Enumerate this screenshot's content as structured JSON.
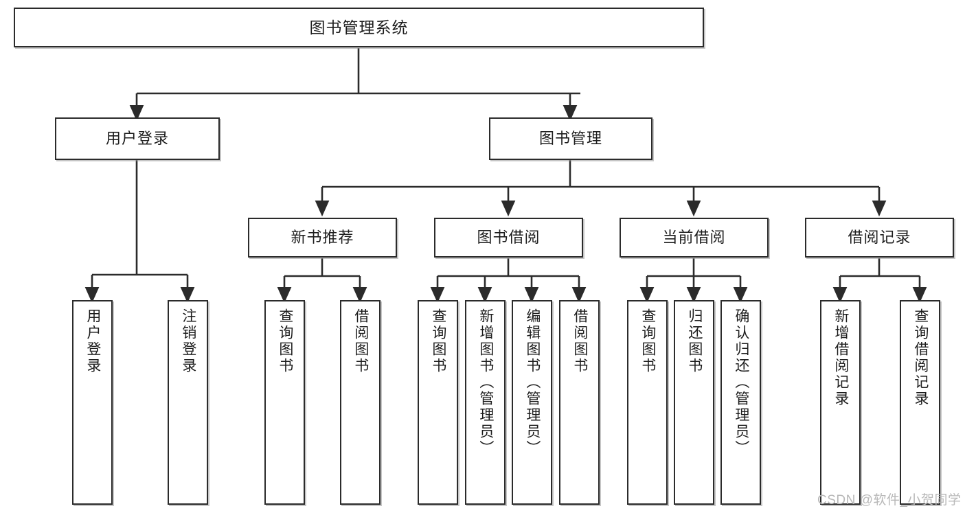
{
  "diagram": {
    "type": "tree-hierarchy-chart",
    "title": "图书管理系统",
    "watermark": "CSDN @软件_小贺同学",
    "colors": {
      "box_border": "#2b2b2b",
      "box_fill": "#ffffff",
      "connector": "#2b2b2b",
      "text": "#1d1d1d",
      "watermark": "#b8b8b8"
    },
    "root": {
      "label": "图书管理系统"
    },
    "level1": [
      {
        "label": "用户登录"
      },
      {
        "label": "图书管理"
      }
    ],
    "level2": [
      {
        "label": "新书推荐"
      },
      {
        "label": "图书借阅"
      },
      {
        "label": "当前借阅"
      },
      {
        "label": "借阅记录"
      }
    ],
    "leaves": [
      {
        "label": "用户登录"
      },
      {
        "label": "注销登录"
      },
      {
        "label": "查询图书"
      },
      {
        "label": "借阅图书"
      },
      {
        "label": "查询图书"
      },
      {
        "label": "新增图书（管理员）"
      },
      {
        "label": "编辑图书（管理员）"
      },
      {
        "label": "借阅图书"
      },
      {
        "label": "查询图书"
      },
      {
        "label": "归还图书"
      },
      {
        "label": "确认归还（管理员）"
      },
      {
        "label": "新增借阅记录"
      },
      {
        "label": "查询借阅记录"
      }
    ]
  }
}
